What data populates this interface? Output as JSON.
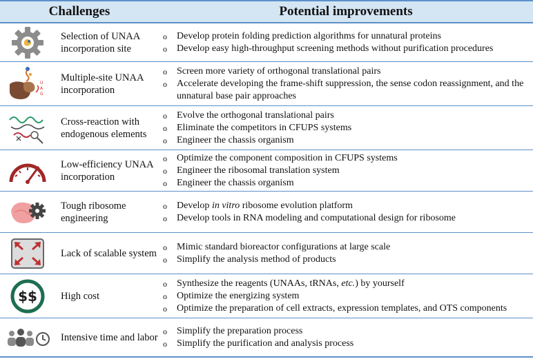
{
  "header": {
    "col1": "Challenges",
    "col2": "Potential improvements"
  },
  "bullet": "o",
  "rows": [
    {
      "icon": "gear-icon",
      "challenge": "Selection of UNAA incorporation site",
      "improvements": [
        "Develop protein folding prediction algorithms for unnatural proteins",
        "Develop easy high-throughput screening methods without purification procedures"
      ]
    },
    {
      "icon": "ribosome-mrna-icon",
      "challenge": "Multiple-site UNAA incorporation",
      "improvements": [
        "Screen more variety of orthogonal translational pairs",
        "Accelerate developing the frame-shift suppression, the sense codon reassignment, and the unnatural base pair approaches"
      ]
    },
    {
      "icon": "cross-reaction-icon",
      "challenge": "Cross-reaction with endogenous elements",
      "improvements": [
        "Evolve the orthogonal translational pairs",
        "Eliminate the competitors in CFUPS systems",
        "Engineer the chassis organism"
      ]
    },
    {
      "icon": "speedometer-icon",
      "challenge": "Low-efficiency UNAA incorporation",
      "improvements": [
        "Optimize the component composition in CFUPS systems",
        "Engineer the ribosomal translation system",
        "Engineer the chassis organism"
      ]
    },
    {
      "icon": "ribosome-gear-icon",
      "challenge": "Tough ribosome engineering",
      "improvements": [
        "Develop in vitro ribosome evolution platform",
        "Develop tools in RNA modeling and computational design for ribosome"
      ]
    },
    {
      "icon": "expand-arrows-icon",
      "challenge": "Lack of scalable system",
      "improvements": [
        "Mimic standard bioreactor configurations at large scale",
        "Simplify the analysis method of products"
      ]
    },
    {
      "icon": "dollar-icon",
      "challenge": "High cost",
      "improvements": [
        "Synthesize the reagents (UNAAs, tRNAs, etc.) by yourself",
        "Optimize the energizing system",
        "Optimize the preparation of cell extracts, expression templates, and OTS components"
      ]
    },
    {
      "icon": "people-clock-icon",
      "challenge": "Intensive time and labor",
      "improvements": [
        "Simplify the preparation process",
        "Simplify the purification and analysis process"
      ]
    }
  ]
}
